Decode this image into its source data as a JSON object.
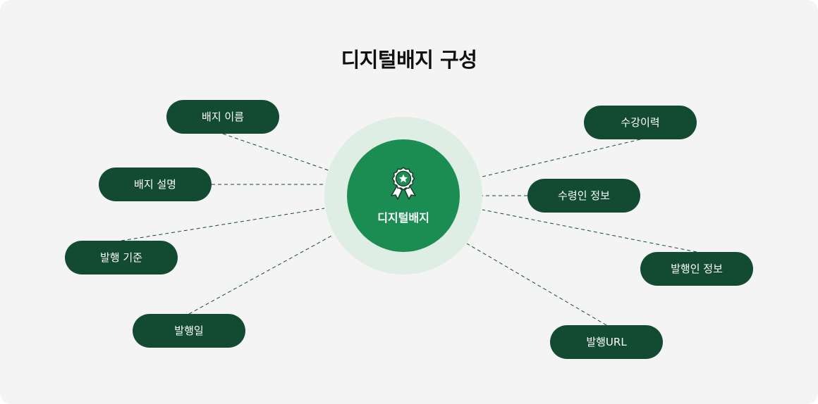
{
  "title": "디지털배지 구성",
  "center": {
    "label": "디지털배지",
    "icon": "award-badge-icon"
  },
  "nodes": {
    "badge_name": "배지 이름",
    "badge_description": "배지 설명",
    "issue_criteria": "발행 기준",
    "issue_date": "발행일",
    "course_history": "수강이력",
    "recipient_info": "수령인 정보",
    "issuer_info": "발행인 정보",
    "issue_url": "발행URL"
  },
  "colors": {
    "background": "#f4f4f4",
    "node": "#124b31",
    "center": "#1b8d53",
    "halo": "#dfeee5",
    "connector": "#124b31",
    "text_dark": "#111111"
  }
}
